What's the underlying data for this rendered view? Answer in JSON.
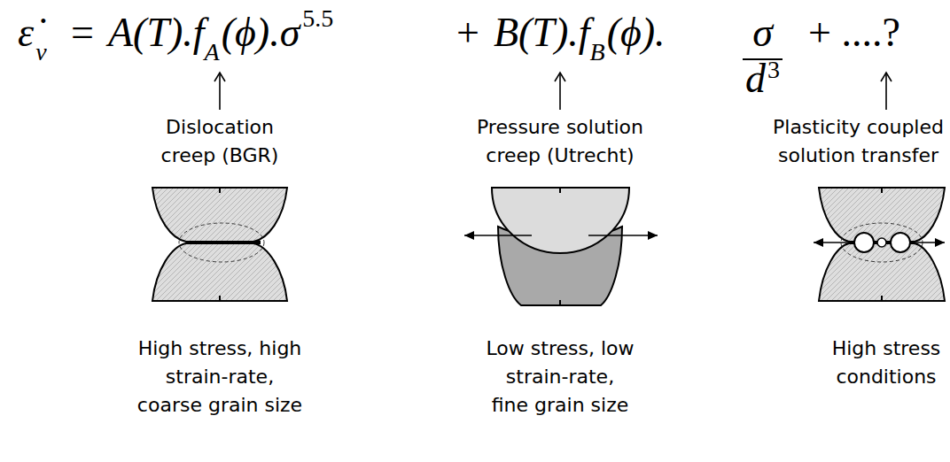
{
  "diagram": {
    "labels": [
      "ε̇",
      "v",
      "=",
      "A(T).f",
      "A",
      "(ϕ).σ",
      "5.5",
      "+",
      "B(T).f",
      "B",
      "(ϕ).",
      "σ",
      "d",
      "3",
      "+ ....?",
      "Dislocation creep (BGR)",
      "Pressure solution creep (Utrecht)",
      "Plasticity coupled solution transfer",
      "High stress, high strain-rate, coarse grain size",
      "Low stress, low strain-rate, fine grain size",
      "High stress conditions"
    ]
  }
}
